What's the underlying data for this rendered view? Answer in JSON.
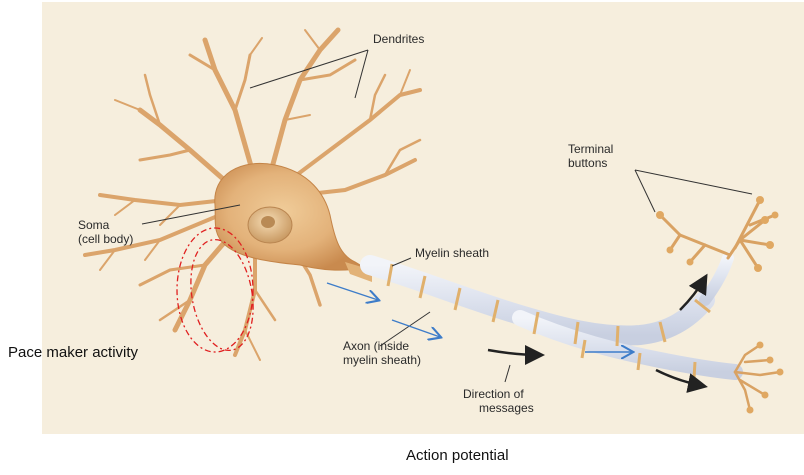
{
  "diagram": {
    "labels": {
      "dendrites": "Dendrites",
      "terminal_buttons_line1": "Terminal",
      "terminal_buttons_line2": "buttons",
      "soma_line1": "Soma",
      "soma_line2": "(cell body)",
      "myelin_sheath": "Myelin sheath",
      "axon_line1": "Axon (inside",
      "axon_line2": "myelin sheath)",
      "direction_line1": "Direction of",
      "direction_line2": "messages"
    },
    "annotations": {
      "pacemaker": "Pace maker activity",
      "action_potential": "Action potential"
    },
    "colors": {
      "background_paper": "#f6eedd",
      "neuron_body": "#e3b57f",
      "neuron_dark": "#c8874a",
      "myelin": "#dfe3ee",
      "myelin_node": "#e0b06c",
      "blue_arrow": "#3d7cc9",
      "black_arrow": "#222222",
      "red_dashed": "#e02020"
    },
    "icons": [
      "blue-arrow-icon",
      "black-arrow-icon"
    ]
  }
}
